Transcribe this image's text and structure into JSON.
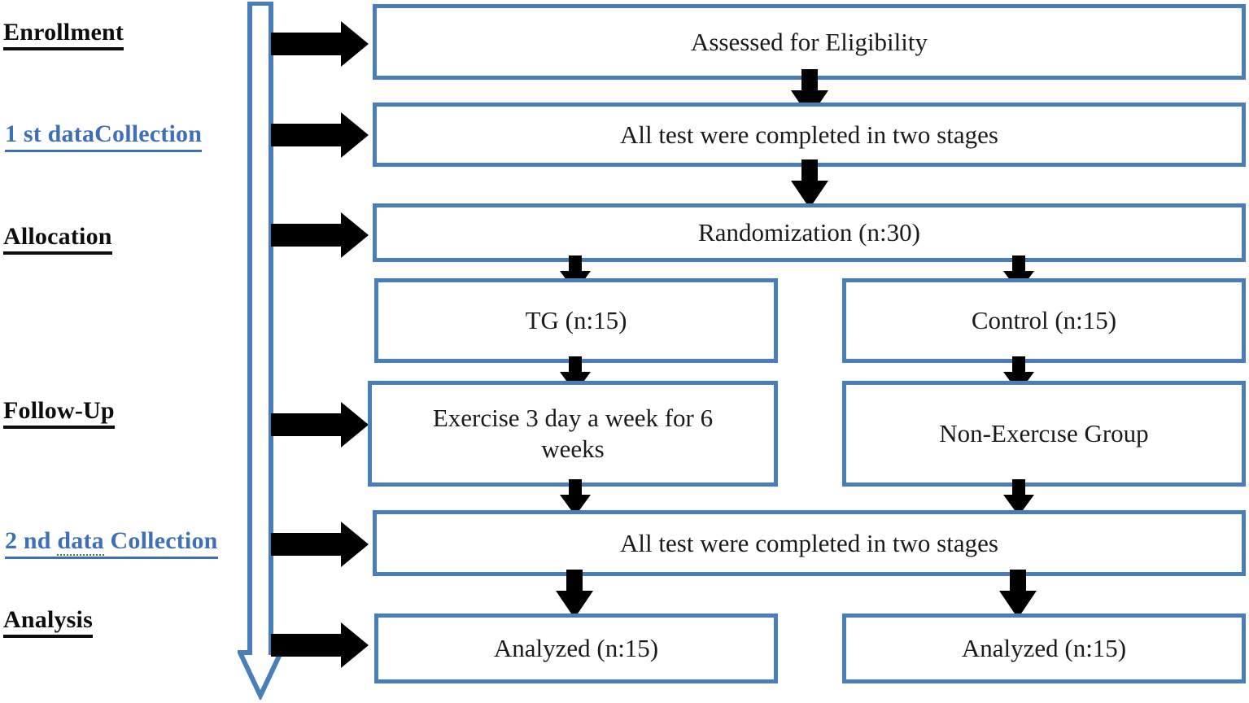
{
  "diagram": {
    "title": "CONSORT study flow diagram",
    "colors": {
      "box_border": "#4a7ebb",
      "big_arrow": "#4a7ebb",
      "connector_arrow": "#000000",
      "stage_label_black": "#0d0d0d",
      "stage_label_blue": "#3f6fb5",
      "spellcheck_underline": "#2e8b30",
      "background": "#ffffff",
      "box_text": "#1a1a1a"
    }
  },
  "stages": [
    {
      "id": "enrollment",
      "label": "Enrollment",
      "style": "black"
    },
    {
      "id": "first-collection",
      "label": "1 st dataCollection",
      "style": "blue"
    },
    {
      "id": "allocation",
      "label": "Allocation",
      "style": "black"
    },
    {
      "id": "follow-up",
      "label": "Follow-Up",
      "style": "black"
    },
    {
      "id": "second-collection",
      "label_pre": "2 nd ",
      "label_mid": "data",
      "label_post": " Collection",
      "style": "blue"
    },
    {
      "id": "analysis",
      "label": "Analysis",
      "style": "black"
    }
  ],
  "boxes": {
    "assessed": {
      "text": "Assessed for Eligibility"
    },
    "first_test": {
      "text": "All test were completed in two stages"
    },
    "randomization": {
      "text": "Randomization (n:30)"
    },
    "tg_group": {
      "text": "TG (n:15)"
    },
    "control_group": {
      "text": "Control (n:15)"
    },
    "exercise_group": {
      "text": "Exercise 3 day a week for 6 weeks"
    },
    "non_exercise": {
      "text": "Non-Exercıse Group"
    },
    "second_test": {
      "text": "All test were completed in two stages"
    },
    "analyzed_left": {
      "text": "Analyzed (n:15)"
    },
    "analyzed_right": {
      "text": "Analyzed (n:15)"
    }
  },
  "icons": {
    "flow_arrow_down": "down-arrow-icon",
    "flow_arrow_right": "right-arrow-icon",
    "timeline_arrow": "timeline-down-arrow-icon"
  }
}
